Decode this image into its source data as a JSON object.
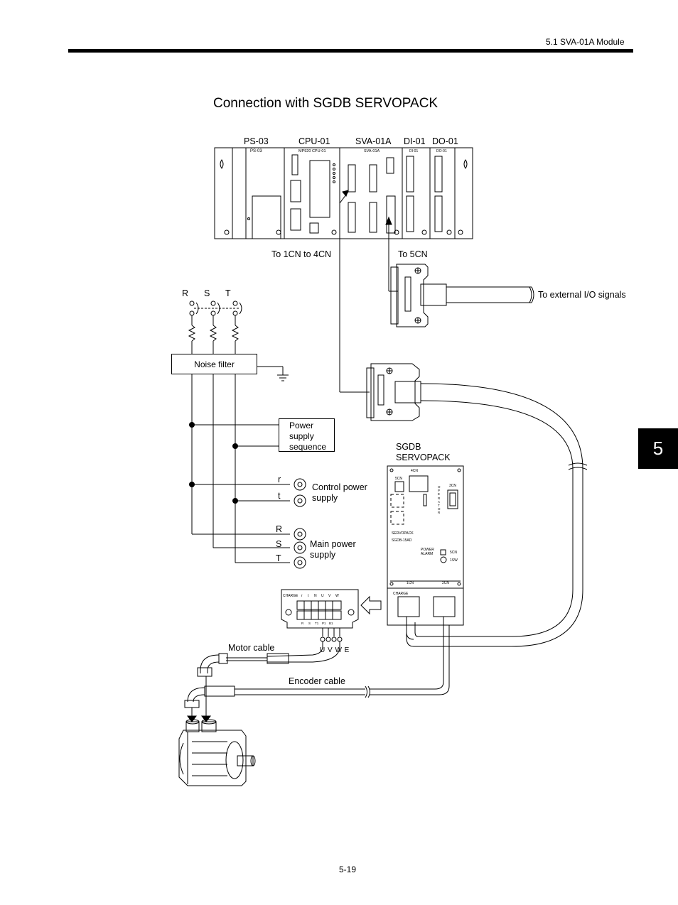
{
  "header": {
    "section": "5.1  SVA-01A Module"
  },
  "title": "Connection with SGDB SERVOPACK",
  "chapter_tab": "5",
  "page_number": "5-19",
  "rack": {
    "modules": [
      "PS-03",
      "CPU-01",
      "SVA-01A",
      "DI-01",
      "DO-01"
    ],
    "panel_labels": {
      "ps": "PS-03",
      "cpu": "MP920  CPU-01",
      "sva": "SVA-01A",
      "di": "DI-01",
      "do": "DO-01"
    }
  },
  "callouts": {
    "to_1cn_4cn": "To 1CN to 4CN",
    "to_5cn": "To 5CN",
    "to_external_io": "To external I/O signals"
  },
  "power_phases": [
    "R",
    "S",
    "T"
  ],
  "noise_filter": "Noise filter",
  "power_supply_sequence": [
    "Power",
    "supply",
    "sequence"
  ],
  "control_terminals": [
    "r",
    "t"
  ],
  "control_power_supply": [
    "Control power",
    "supply"
  ],
  "main_terminals": [
    "R",
    "S",
    "T"
  ],
  "main_power_supply": [
    "Main power",
    "supply"
  ],
  "servopack": {
    "label": [
      "SGDB",
      "SERVOPACK"
    ],
    "connectors": {
      "c4": "4CN",
      "c5": "5CN",
      "c3": "3CN",
      "c1": "1CN",
      "c2": "2CN"
    },
    "model_text": "SERVOPACK",
    "model_number": "SGDB-15AD",
    "indicators": [
      "POWER",
      "ALARM"
    ],
    "switches": [
      "5CN",
      "1SW"
    ],
    "operator": "OPERATOR",
    "charge": "CHARGE"
  },
  "terminal_block": {
    "top_labels": [
      "CHARGE",
      "r",
      "t",
      "N",
      "U",
      "V",
      "W"
    ],
    "bottom_labels": [
      "R",
      "S",
      "T1",
      "P1",
      "B1"
    ]
  },
  "motor_terminals": "U V W E",
  "motor_cable": "Motor cable",
  "encoder_cable": "Encoder cable"
}
